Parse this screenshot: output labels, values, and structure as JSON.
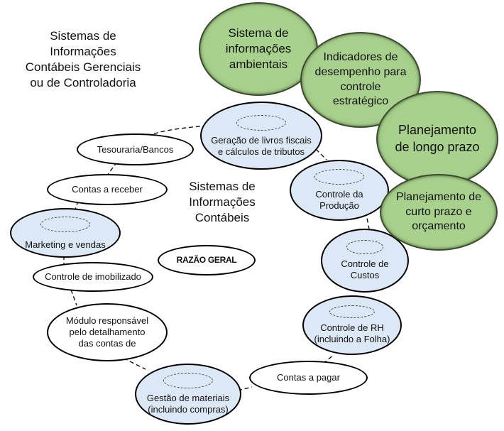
{
  "title_left": "Sistemas de\nInformações\nContábeis Gerenciais\nou de Controladoria",
  "center_title": "Sistemas de\nInformações\nContábeis",
  "core_node": "RAZÃO GERAL",
  "green_nodes": [
    {
      "label": "Sistema de\ninformações\nambientais"
    },
    {
      "label": "Indicadores de\ndesempenho para\ncontrole\nestratégico"
    },
    {
      "label": "Planejamento\nde longo prazo"
    },
    {
      "label": "Planejamento de\ncurto prazo e\norçamento"
    }
  ],
  "ring_nodes": [
    {
      "label": "Geração de livros fiscais\ne cálculos de tributos",
      "style": "blue"
    },
    {
      "label": "Controle da\nProdução",
      "style": "blue"
    },
    {
      "label": "Controle de\nCustos",
      "style": "blue"
    },
    {
      "label": "Controle de RH\n(incluindo a Folha)",
      "style": "blue"
    },
    {
      "label": "Contas a pagar",
      "style": "white"
    },
    {
      "label": "Gestão de materiais\n(incluindo compras)",
      "style": "blue"
    },
    {
      "label": "Módulo responsável\npelo detalhamento\ndas contas de",
      "style": "white"
    },
    {
      "label": "Controle de imobilizado",
      "style": "white"
    },
    {
      "label": "Marketing e vendas",
      "style": "blue"
    },
    {
      "label": "Contas a receber",
      "style": "white"
    },
    {
      "label": "Tesouraria/Bancos",
      "style": "white"
    }
  ],
  "colors": {
    "green_fill": "#a9d18e",
    "blue_fill": "#dce8f5",
    "outline": "#000000"
  }
}
